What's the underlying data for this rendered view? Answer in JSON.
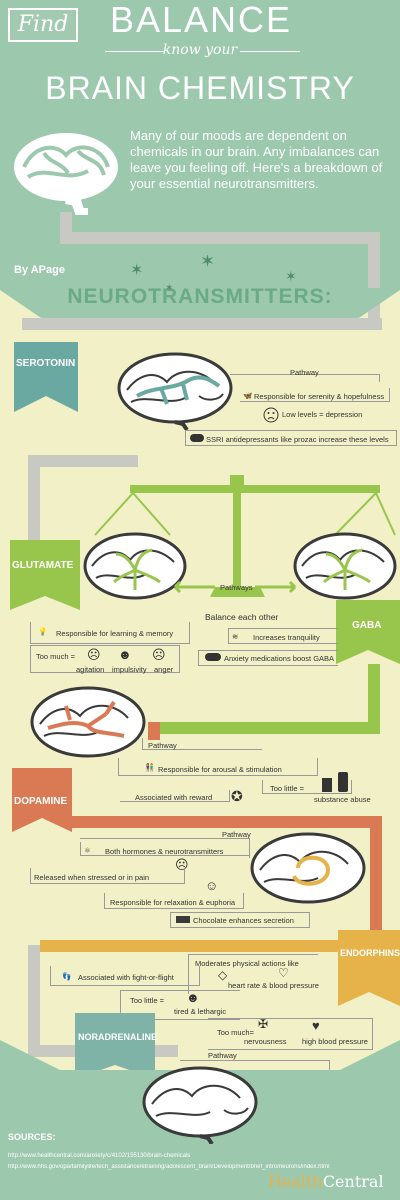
{
  "header": {
    "find": "Find",
    "balance": "BALANCE",
    "know_your": "know your",
    "brain_chemistry": "BRAIN CHEMISTRY",
    "intro": "Many of our moods are dependent on chemicals in our brain.  Any imbalances can leave you feeling off.  Here's a breakdown of your essential neurotransmitters.",
    "byline": "By APage",
    "section_title": "NEUROTRANSMITTERS:"
  },
  "serotonin": {
    "name": "SEROTONIN",
    "pathway": "Pathway",
    "fact1": "Responsible for serenity & hopefulness",
    "fact2": "Low levels = depression",
    "fact3": "SSRI antidepressants like prozac increase these levels"
  },
  "glutamate_gaba": {
    "glutamate": "GLUTAMATE",
    "gaba": "GABA",
    "pathways": "Pathways",
    "balance": "Balance each other",
    "glut_fact1": "Responsible for learning & memory",
    "too_much": "Too much =",
    "effects": [
      "agitation",
      "impulsivity",
      "anger"
    ],
    "gaba_fact1": "Increases tranquility",
    "gaba_fact2": "Anxiety medications boost GABA"
  },
  "dopamine": {
    "name": "DOPAMINE",
    "pathway": "Pathway",
    "fact1": "Responsible for arousal & stimulation",
    "fact2": "Associated with reward",
    "too_little": "Too little =",
    "effect": "substance abuse"
  },
  "endorphins": {
    "name": "ENDORPHINS",
    "pathway": "Pathway",
    "fact1": "Both hormones & neurotransmitters",
    "fact2": "Released when stressed or in pain",
    "fact3": "Responsible for relaxation & euphoria",
    "fact4": "Chocolate enhances secretion"
  },
  "noradrenaline": {
    "name": "NORADRENALINE",
    "pathway": "Pathway",
    "moderates": "Moderates physical actions like",
    "heart": "heart rate & blood pressure",
    "fact1": "Associated with fight-or-flight",
    "too_little": "Too little =",
    "tired": "tired & lethargic",
    "too_much": "Too much=",
    "nervous": "nervousness",
    "bp": "high blood pressure"
  },
  "footer": {
    "sources": "SOURCES:",
    "source1": "http://www.healthcentral.com/anxiety/c/4102/155130/brain-chemicals",
    "source2": "http://www.hhs.gov/opa/familylife/tech_assistance/etraining/adolescent_brain/Development/brief_intro/neurons/index.html",
    "brand_health": "Health",
    "brand_central": "Central"
  },
  "colors": {
    "teal": "#9cc8ad",
    "serotonin": "#6aa9a1",
    "glutamate": "#98c64c",
    "dopamine": "#d97a55",
    "endorphins": "#e6b24a",
    "noradrenaline": "#7fb3a8"
  }
}
